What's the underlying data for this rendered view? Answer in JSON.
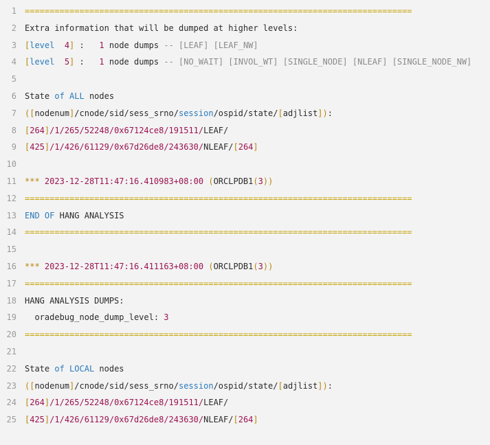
{
  "code_block": {
    "colors": {
      "background": "#f3f3f3",
      "separator": "#c5a000",
      "keyword": "#2a7bbd",
      "number": "#9b1350",
      "punctuation": "#b8860b",
      "comment": "#8a8a8a",
      "text": "#2b2b2b",
      "gutter": "#9a9a9a"
    },
    "lines": [
      {
        "n": "1",
        "tokens": [
          {
            "t": "sep",
            "v": "=============================================================================="
          }
        ]
      },
      {
        "n": "2",
        "tokens": [
          {
            "t": "txt",
            "v": "Extra information that will be dumped at higher levels:"
          }
        ]
      },
      {
        "n": "3",
        "tokens": [
          {
            "t": "punc",
            "v": "["
          },
          {
            "t": "kw",
            "v": "level"
          },
          {
            "t": "txt",
            "v": "  "
          },
          {
            "t": "num",
            "v": "4"
          },
          {
            "t": "punc",
            "v": "]"
          },
          {
            "t": "txt",
            "v": " :   "
          },
          {
            "t": "num",
            "v": "1"
          },
          {
            "t": "txt",
            "v": " node dumps "
          },
          {
            "t": "com",
            "v": "-- [LEAF] [LEAF_NW]"
          }
        ]
      },
      {
        "n": "4",
        "wrap": true,
        "tokens": [
          {
            "t": "punc",
            "v": "["
          },
          {
            "t": "kw",
            "v": "level"
          },
          {
            "t": "txt",
            "v": "  "
          },
          {
            "t": "num",
            "v": "5"
          },
          {
            "t": "punc",
            "v": "]"
          },
          {
            "t": "txt",
            "v": " :   "
          },
          {
            "t": "num",
            "v": "1"
          },
          {
            "t": "txt",
            "v": " node dumps "
          },
          {
            "t": "com",
            "v": "-- [NO_WAIT] [INVOL_WT] [SINGLE_NODE] [NLEAF] [SINGLE_NODE_NW]"
          }
        ]
      },
      {
        "n": "5",
        "tokens": []
      },
      {
        "n": "6",
        "tokens": [
          {
            "t": "txt",
            "v": "State "
          },
          {
            "t": "kw",
            "v": "of"
          },
          {
            "t": "txt",
            "v": " "
          },
          {
            "t": "kw",
            "v": "ALL"
          },
          {
            "t": "txt",
            "v": " nodes"
          }
        ]
      },
      {
        "n": "7",
        "tokens": [
          {
            "t": "punc",
            "v": "(["
          },
          {
            "t": "txt",
            "v": "nodenum"
          },
          {
            "t": "punc",
            "v": "]"
          },
          {
            "t": "txt",
            "v": "/cnode/sid/sess_srno/"
          },
          {
            "t": "kw",
            "v": "session"
          },
          {
            "t": "txt",
            "v": "/ospid/state/"
          },
          {
            "t": "punc",
            "v": "["
          },
          {
            "t": "txt",
            "v": "adjlist"
          },
          {
            "t": "punc",
            "v": "])"
          },
          {
            "t": "txt",
            "v": ":"
          }
        ]
      },
      {
        "n": "8",
        "tokens": [
          {
            "t": "punc",
            "v": "["
          },
          {
            "t": "num",
            "v": "264"
          },
          {
            "t": "punc",
            "v": "]"
          },
          {
            "t": "str",
            "v": "/1/265/52248/0x67124ce8/191511/"
          },
          {
            "t": "txt",
            "v": "LEAF/"
          }
        ]
      },
      {
        "n": "9",
        "tokens": [
          {
            "t": "punc",
            "v": "["
          },
          {
            "t": "num",
            "v": "425"
          },
          {
            "t": "punc",
            "v": "]"
          },
          {
            "t": "str",
            "v": "/1/426/61129/0x67d26de8/243630/"
          },
          {
            "t": "txt",
            "v": "NLEAF/"
          },
          {
            "t": "punc",
            "v": "["
          },
          {
            "t": "num",
            "v": "264"
          },
          {
            "t": "punc",
            "v": "]"
          }
        ]
      },
      {
        "n": "10",
        "tokens": []
      },
      {
        "n": "11",
        "tokens": [
          {
            "t": "punc",
            "v": "***"
          },
          {
            "t": "txt",
            "v": " "
          },
          {
            "t": "num",
            "v": "2023-12-28T11:47:16.410983+08:00"
          },
          {
            "t": "txt",
            "v": " "
          },
          {
            "t": "punc",
            "v": "("
          },
          {
            "t": "txt",
            "v": "ORCLPDB1"
          },
          {
            "t": "punc",
            "v": "("
          },
          {
            "t": "num",
            "v": "3"
          },
          {
            "t": "punc",
            "v": "))"
          }
        ]
      },
      {
        "n": "12",
        "tokens": [
          {
            "t": "sep",
            "v": "=============================================================================="
          }
        ]
      },
      {
        "n": "13",
        "tokens": [
          {
            "t": "kw",
            "v": "END"
          },
          {
            "t": "txt",
            "v": " "
          },
          {
            "t": "kw",
            "v": "OF"
          },
          {
            "t": "txt",
            "v": " HANG ANALYSIS"
          }
        ]
      },
      {
        "n": "14",
        "tokens": [
          {
            "t": "sep",
            "v": "=============================================================================="
          }
        ]
      },
      {
        "n": "15",
        "tokens": []
      },
      {
        "n": "16",
        "tokens": [
          {
            "t": "punc",
            "v": "***"
          },
          {
            "t": "txt",
            "v": " "
          },
          {
            "t": "num",
            "v": "2023-12-28T11:47:16.411163+08:00"
          },
          {
            "t": "txt",
            "v": " "
          },
          {
            "t": "punc",
            "v": "("
          },
          {
            "t": "txt",
            "v": "ORCLPDB1"
          },
          {
            "t": "punc",
            "v": "("
          },
          {
            "t": "num",
            "v": "3"
          },
          {
            "t": "punc",
            "v": "))"
          }
        ]
      },
      {
        "n": "17",
        "tokens": [
          {
            "t": "sep",
            "v": "=============================================================================="
          }
        ]
      },
      {
        "n": "18",
        "tokens": [
          {
            "t": "txt",
            "v": "HANG ANALYSIS DUMPS:"
          }
        ]
      },
      {
        "n": "19",
        "tokens": [
          {
            "t": "txt",
            "v": "  oradebug_node_dump_level: "
          },
          {
            "t": "num",
            "v": "3"
          }
        ]
      },
      {
        "n": "20",
        "tokens": [
          {
            "t": "sep",
            "v": "=============================================================================="
          }
        ]
      },
      {
        "n": "21",
        "tokens": []
      },
      {
        "n": "22",
        "tokens": [
          {
            "t": "txt",
            "v": "State "
          },
          {
            "t": "kw",
            "v": "of"
          },
          {
            "t": "txt",
            "v": " "
          },
          {
            "t": "kw",
            "v": "LOCAL"
          },
          {
            "t": "txt",
            "v": " nodes"
          }
        ]
      },
      {
        "n": "23",
        "tokens": [
          {
            "t": "punc",
            "v": "(["
          },
          {
            "t": "txt",
            "v": "nodenum"
          },
          {
            "t": "punc",
            "v": "]"
          },
          {
            "t": "txt",
            "v": "/cnode/sid/sess_srno/"
          },
          {
            "t": "kw",
            "v": "session"
          },
          {
            "t": "txt",
            "v": "/ospid/state/"
          },
          {
            "t": "punc",
            "v": "["
          },
          {
            "t": "txt",
            "v": "adjlist"
          },
          {
            "t": "punc",
            "v": "])"
          },
          {
            "t": "txt",
            "v": ":"
          }
        ]
      },
      {
        "n": "24",
        "tokens": [
          {
            "t": "punc",
            "v": "["
          },
          {
            "t": "num",
            "v": "264"
          },
          {
            "t": "punc",
            "v": "]"
          },
          {
            "t": "str",
            "v": "/1/265/52248/0x67124ce8/191511/"
          },
          {
            "t": "txt",
            "v": "LEAF/"
          }
        ]
      },
      {
        "n": "25",
        "tokens": [
          {
            "t": "punc",
            "v": "["
          },
          {
            "t": "num",
            "v": "425"
          },
          {
            "t": "punc",
            "v": "]"
          },
          {
            "t": "str",
            "v": "/1/426/61129/0x67d26de8/243630/"
          },
          {
            "t": "txt",
            "v": "NLEAF/"
          },
          {
            "t": "punc",
            "v": "["
          },
          {
            "t": "num",
            "v": "264"
          },
          {
            "t": "punc",
            "v": "]"
          }
        ]
      }
    ]
  }
}
